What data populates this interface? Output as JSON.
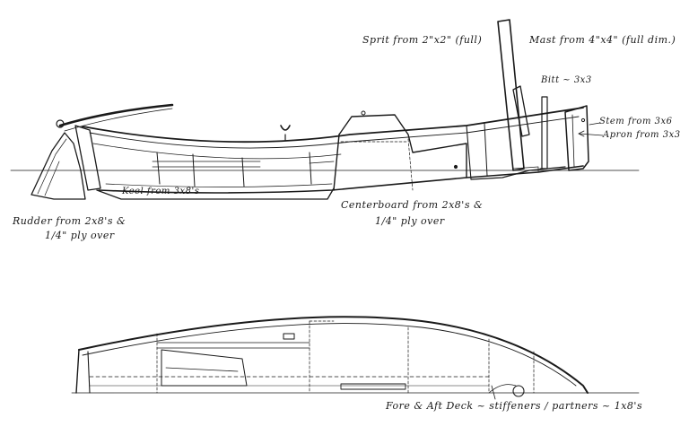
{
  "labels": {
    "sprit": "Sprit from 2\"x2\" (full)",
    "mast": "Mast from 4\"x4\" (full dim.)",
    "bitt": "Bitt ~ 3x3",
    "stem": "Stem from 3x6",
    "apron": "Apron from 3x3",
    "keel": "Keel from 3x8's",
    "centerboard_1": "Centerboard from 2x8's &",
    "centerboard_2": "1/4\" ply over",
    "rudder_1": "Rudder from 2x8's &",
    "rudder_2": "1/4\" ply over",
    "deck": "Fore & Aft Deck ~ stiffeners / partners ~ 1x8's"
  },
  "colors": {
    "ink": "#1a1a1a",
    "paper": "#ffffff"
  }
}
